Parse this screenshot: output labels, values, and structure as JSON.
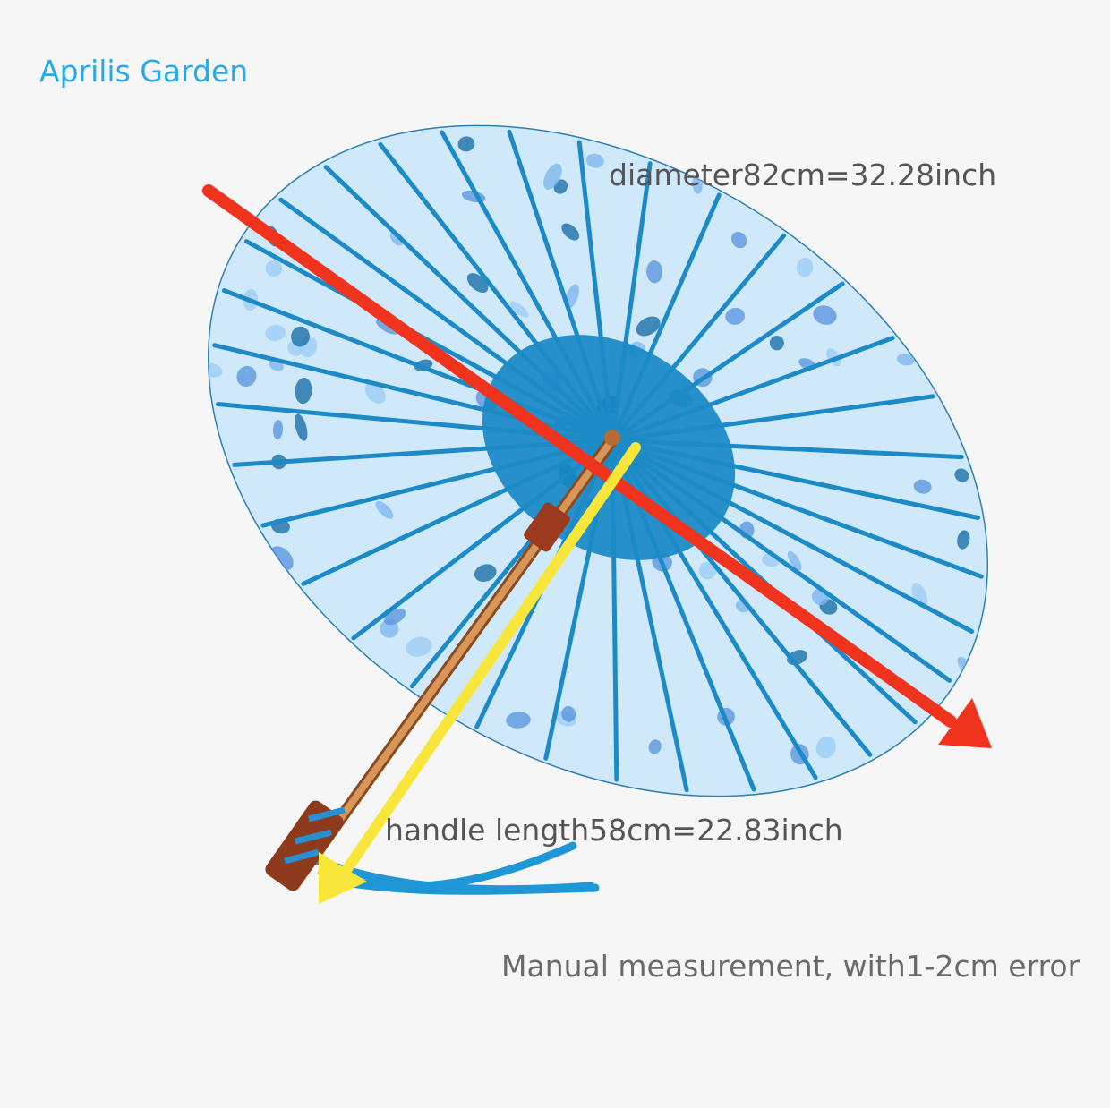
{
  "brand": "Aprilis Garden",
  "labels": {
    "diameter": "diameter82cm=32.28inch",
    "handle": "handle length58cm=22.83inch",
    "note": "Manual measurement, with1-2cm error"
  },
  "colors": {
    "brand": "#2aa9e8",
    "canopy": "#cfe9fb",
    "rib": "#1c8ac7",
    "center": "#1486c4",
    "diameter_arrow": "#f0331d",
    "handle_arrow": "#f9e63a",
    "handle_wood": "#c8874a",
    "tassel": "#1f97d6"
  },
  "icons": [
    "parasol-illustration",
    "diameter-arrow",
    "handle-arrow"
  ]
}
